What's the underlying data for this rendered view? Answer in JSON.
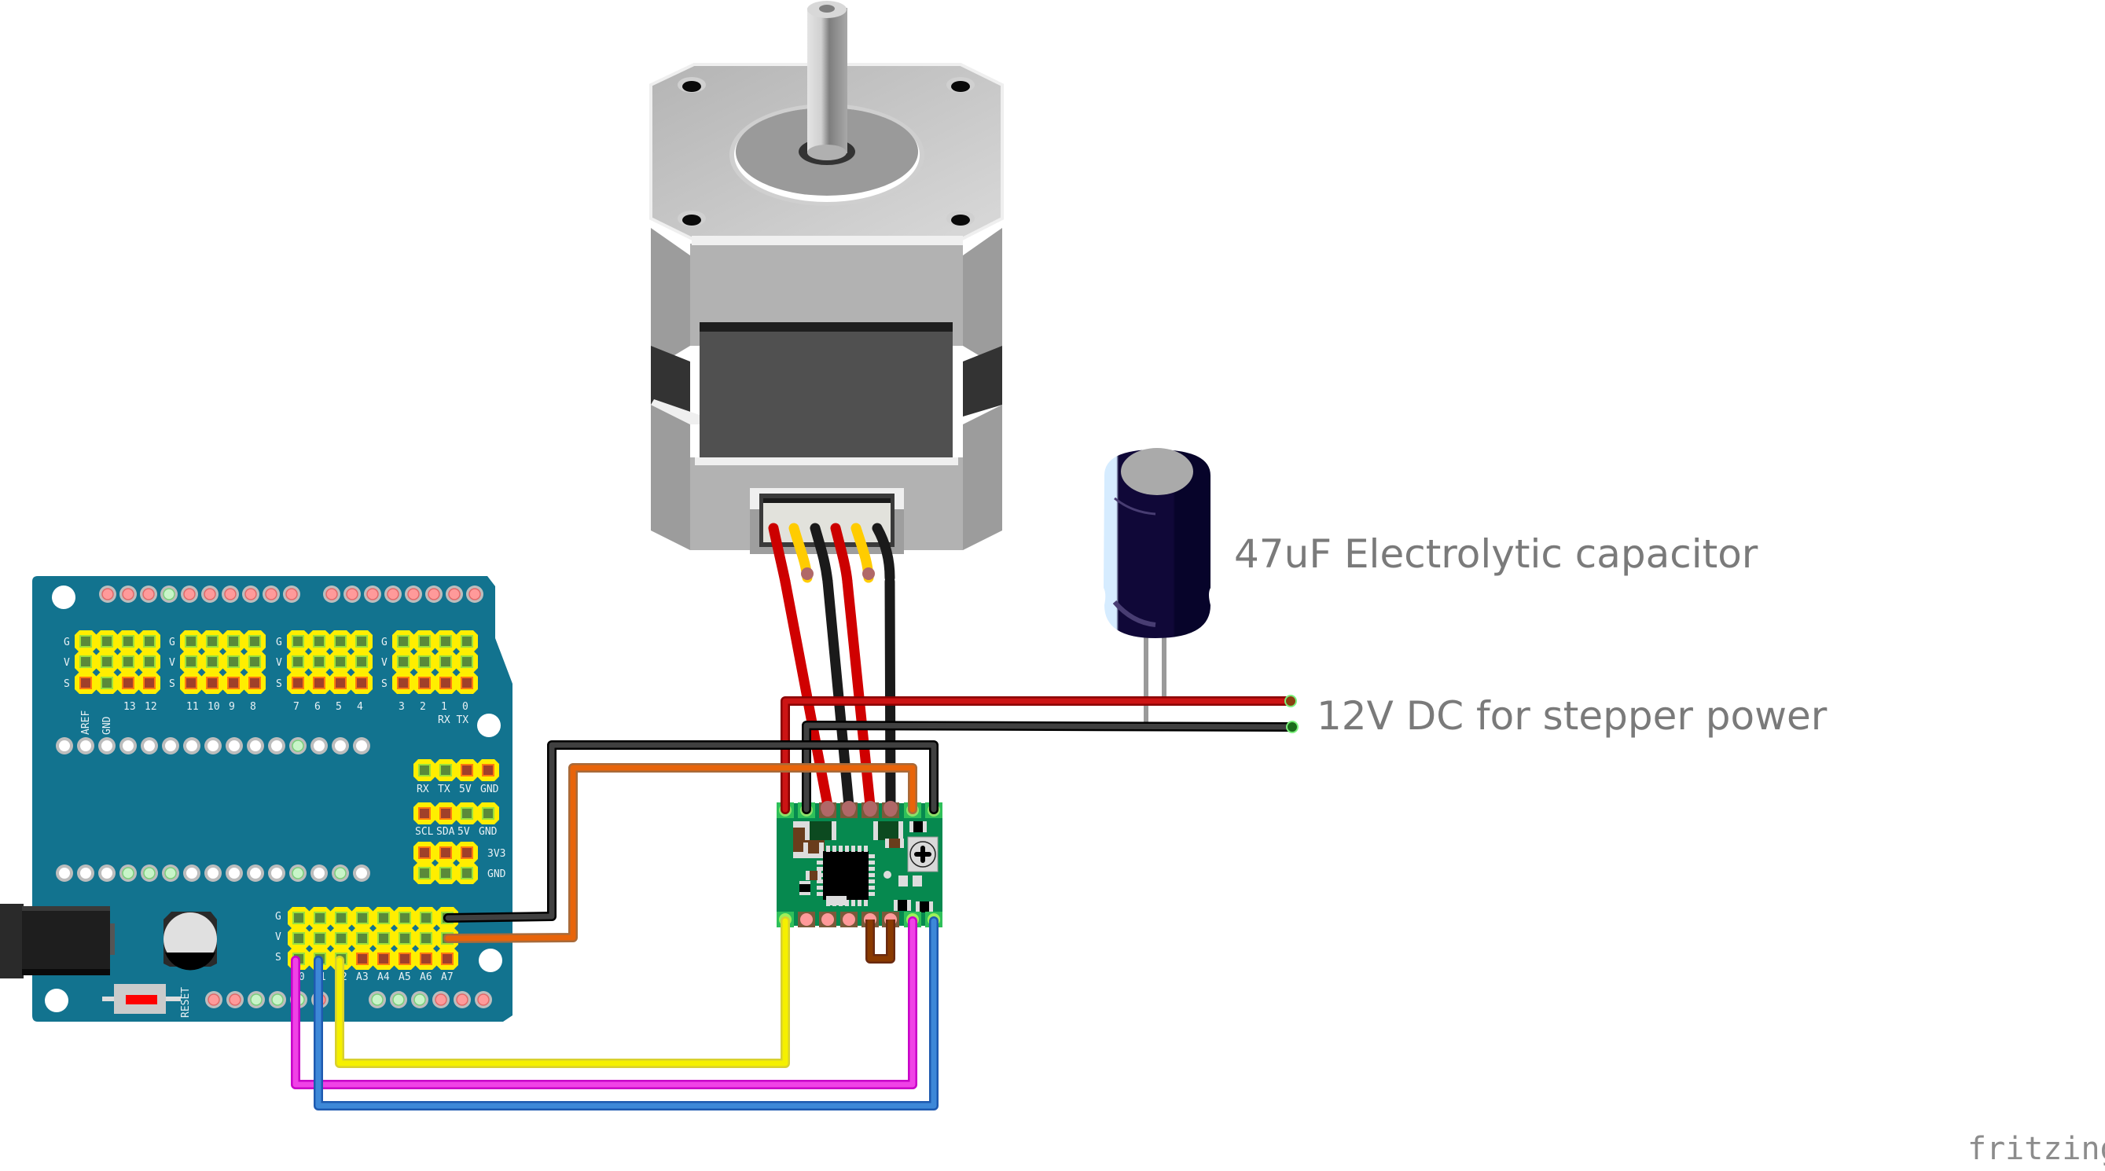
{
  "annotations": {
    "capacitor_label": "47uF Electrolytic capacitor",
    "power_label": "12V DC for stepper power",
    "watermark": "fritzing"
  },
  "components": {
    "arduino_shield": {
      "name": "Arduino Nano sensor shield",
      "row_labels": [
        "G",
        "V",
        "S"
      ],
      "digital_groups": [
        [
          "AREF",
          "GND",
          "13",
          "12"
        ],
        [
          "11",
          "10",
          "9",
          "8"
        ],
        [
          "7",
          "6",
          "5",
          "4"
        ],
        [
          "3",
          "2",
          "1",
          "0"
        ]
      ],
      "rxtx_label": "RX TX",
      "uart_header": [
        "RX",
        "TX",
        "5V",
        "GND"
      ],
      "i2c_header": [
        "SCL",
        "SDA",
        "5V",
        "GND"
      ],
      "power_header": [
        "3V3",
        "GND"
      ],
      "analog_labels": [
        "A0",
        "A1",
        "A2",
        "A3",
        "A4",
        "A5",
        "A6",
        "A7"
      ],
      "reset_label": "RESET"
    },
    "stepper_motor": {
      "name": "NEMA stepper motor",
      "wire_colors": [
        "red",
        "yellow",
        "black",
        "red",
        "yellow",
        "black"
      ]
    },
    "driver": {
      "name": "A4988 stepper driver"
    },
    "capacitor": {
      "name": "47uF electrolytic capacitor"
    }
  },
  "wires": [
    {
      "name": "power-plus",
      "color": "#cc1414"
    },
    {
      "name": "power-ground",
      "color": "#404040"
    },
    {
      "name": "logic-ground",
      "color": "#404040"
    },
    {
      "name": "logic-vcc",
      "color": "#e8640a"
    },
    {
      "name": "step",
      "color": "#f5f000"
    },
    {
      "name": "dir",
      "color": "#f042e6"
    },
    {
      "name": "enable",
      "color": "#3d88d8"
    }
  ],
  "colors": {
    "board": "#12738f",
    "header_yellow": "#ffee00",
    "driver_green": "#06894f",
    "capacitor_body": "#100a3a",
    "motor_light": "#c8c8c8",
    "motor_dark": "#4f4f4f",
    "label_gray": "#7a7a7a"
  }
}
